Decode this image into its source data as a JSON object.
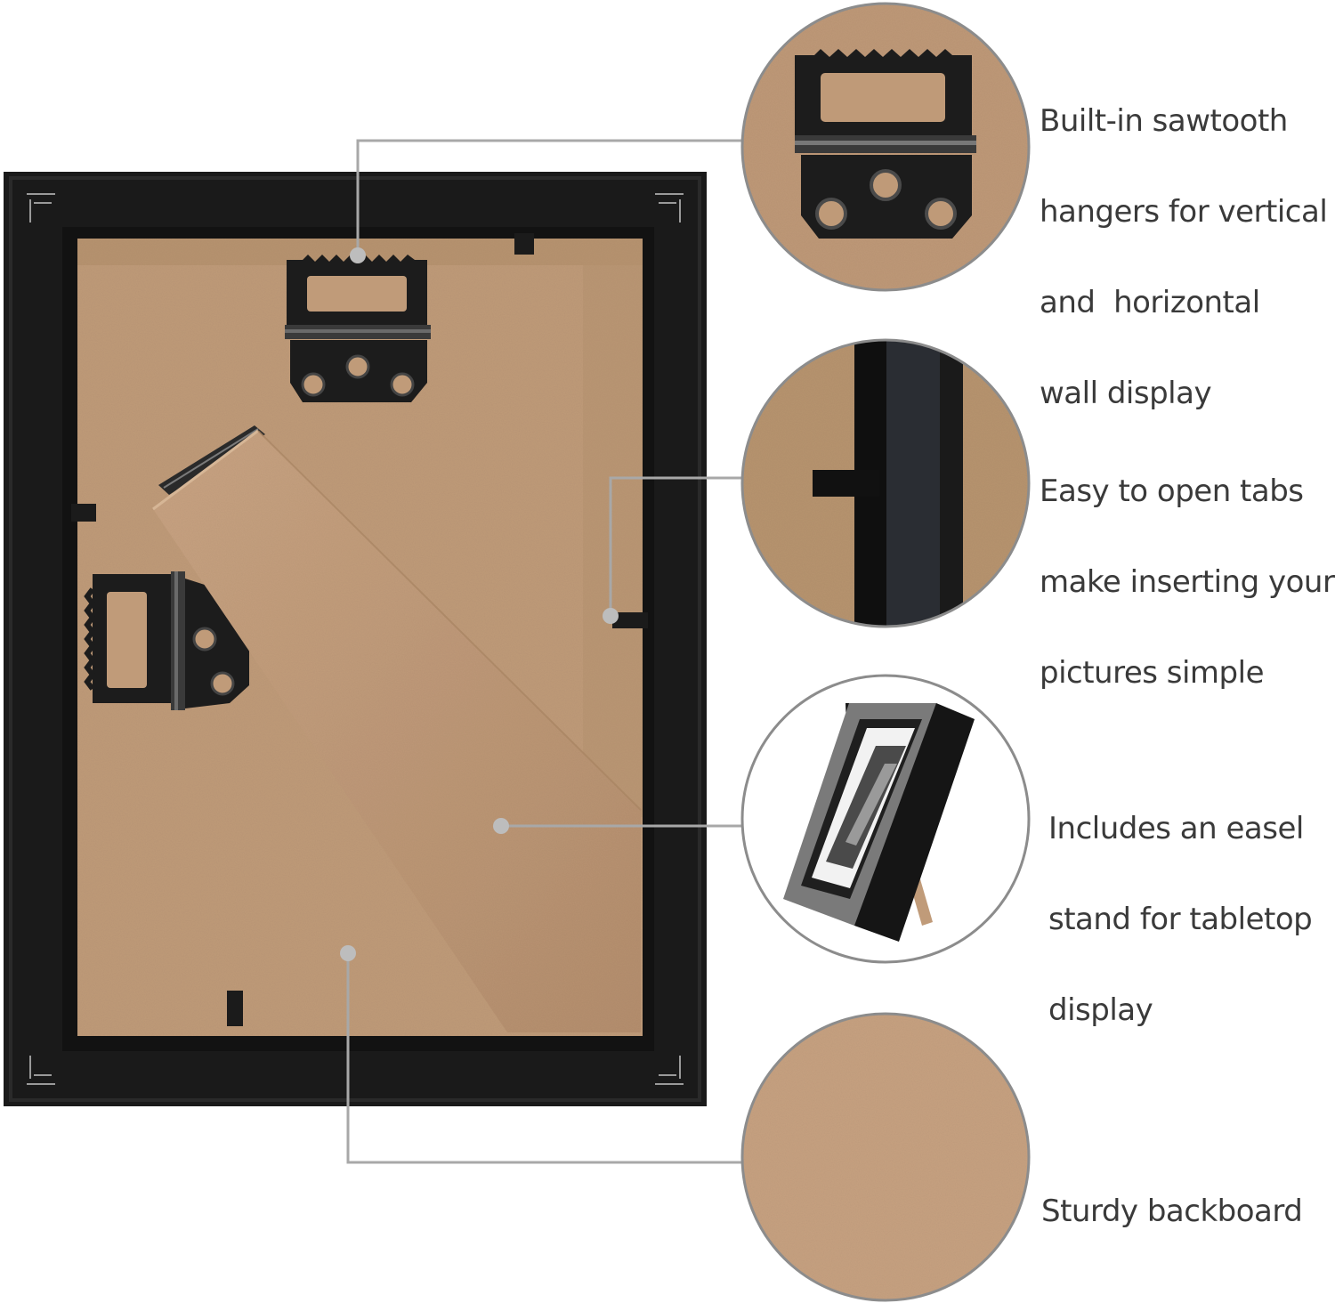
{
  "features": [
    {
      "id": "hangers",
      "lines": [
        "Built-in sawtooth",
        "hangers for vertical",
        "and  horizontal",
        "wall display"
      ]
    },
    {
      "id": "tabs",
      "lines": [
        "Easy to open tabs",
        "make inserting your",
        "pictures simple"
      ]
    },
    {
      "id": "easel",
      "lines": [
        "Includes an easel",
        "stand for tabletop",
        "display"
      ]
    },
    {
      "id": "backboard",
      "lines": [
        "Sturdy backboard"
      ]
    }
  ],
  "colors": {
    "kraft": "#bf9a78",
    "kraft_light": "#c9a483",
    "kraft_shadow": "#b18d6c",
    "frame_black": "#191919",
    "metal": "#1e1e1e",
    "callout_line": "#a8a8a8",
    "circle_border": "#8c8c8c",
    "text": "#3a3a3a"
  }
}
